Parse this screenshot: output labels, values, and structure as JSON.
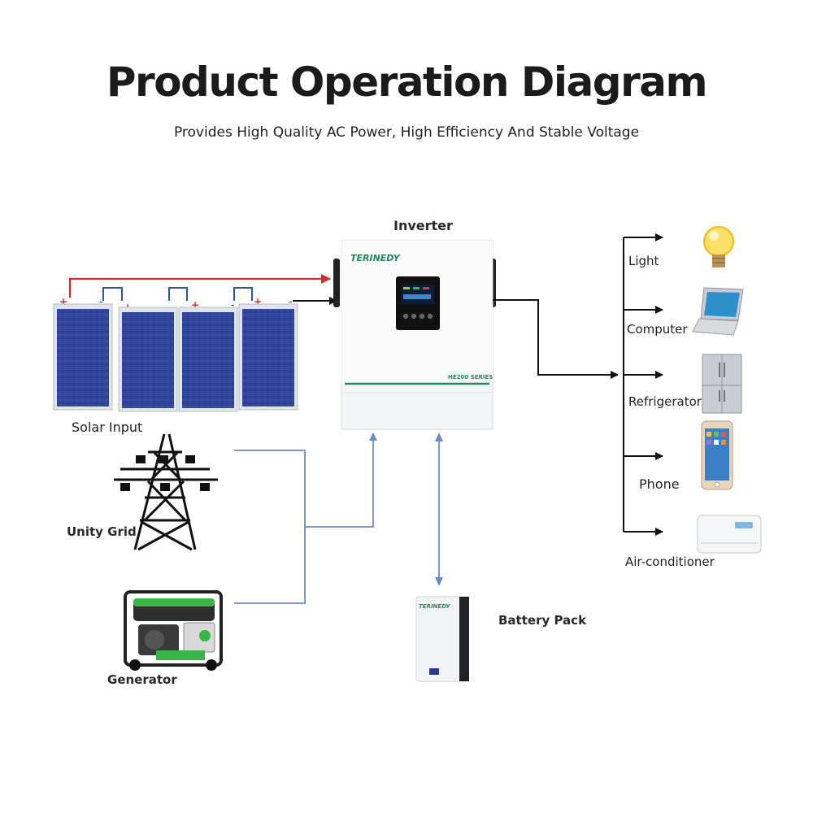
{
  "header": {
    "title": "Product Operation Diagram",
    "subtitle": "Provides High Quality AC Power, High Efficiency And Stable Voltage"
  },
  "inverter": {
    "label": "Inverter",
    "brand": "TERINEDY",
    "series": "HE200 SERIES"
  },
  "inputs": {
    "solar": "Solar Input",
    "grid": "Unity Grid",
    "generator": "Generator"
  },
  "battery": {
    "label": "Battery Pack",
    "brand": "TERINEDY"
  },
  "loads": {
    "light": "Light",
    "computer": "Computer",
    "refrigerator": "Refrigerator",
    "phone": "Phone",
    "aircon": "Air-conditioner"
  },
  "colors": {
    "positive_wire": "#d42a2a",
    "jumper_wire": "#2a55a8",
    "ac_line": "#6b8cc2",
    "black_line": "#111111",
    "accent_green": "#1f8a5b"
  }
}
